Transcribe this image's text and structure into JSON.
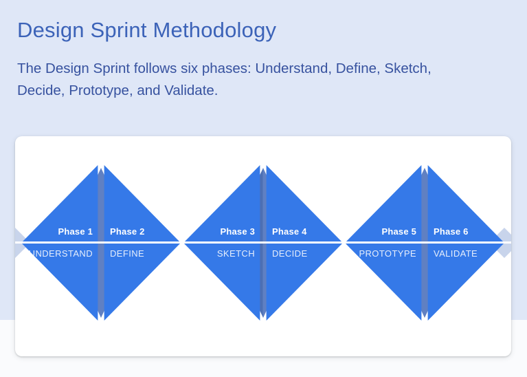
{
  "page": {
    "title": "Design Sprint Methodology",
    "subtitle_lines": [
      "The Design Sprint follows six phases: Understand, Define, Sketch,",
      "Decide, Prototype, and Validate."
    ]
  },
  "diagram": {
    "pairs": [
      {
        "left": {
          "label": "Phase 1",
          "name": "UNDERSTAND"
        },
        "right": {
          "label": "Phase 2",
          "name": "DEFINE"
        }
      },
      {
        "left": {
          "label": "Phase 3",
          "name": "SKETCH"
        },
        "right": {
          "label": "Phase 4",
          "name": "DECIDE"
        }
      },
      {
        "left": {
          "label": "Phase 5",
          "name": "PROTOTYPE"
        },
        "right": {
          "label": "Phase 6",
          "name": "VALIDATE"
        }
      }
    ]
  },
  "colors": {
    "bg_top": "#dfe7f7",
    "bg_bottom": "#fafbfd",
    "card_bg": "#ffffff",
    "title_color": "#3c63b8",
    "subtitle_color": "#37529f",
    "diamond_blue": "#3579e8",
    "stripe_blue": "#6080c2",
    "stripe_dark": "#4c6fb3",
    "edge_diamond": "#c8d4eb",
    "label_white": "#ffffff"
  }
}
